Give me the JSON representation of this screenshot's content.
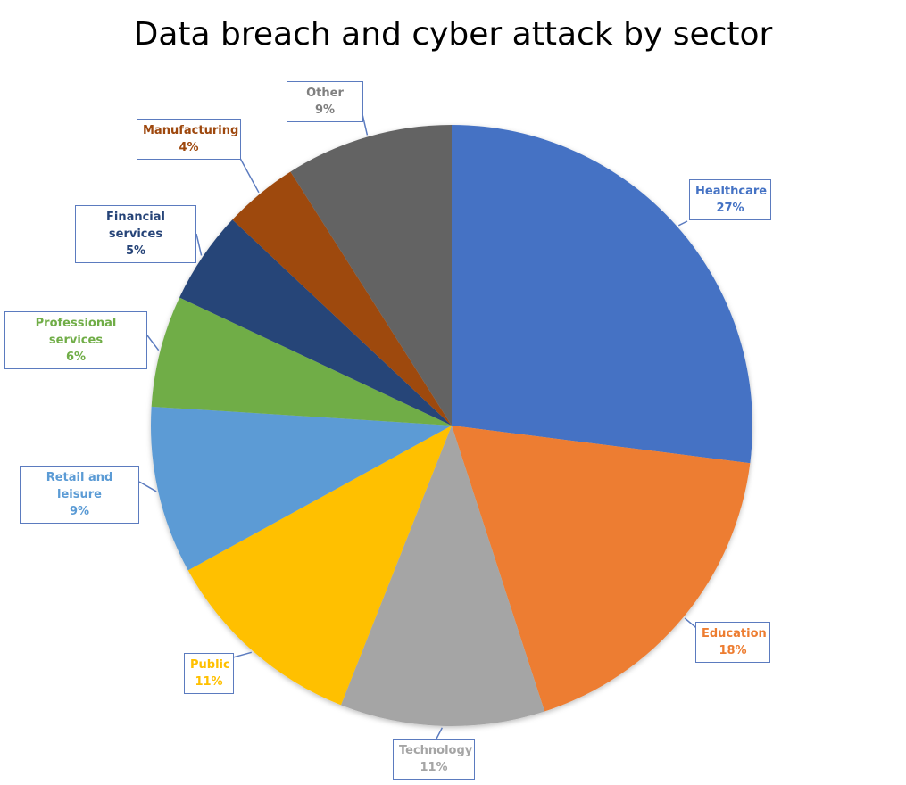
{
  "chart_data": {
    "type": "pie",
    "title": "Data breach and cyber attack by sector",
    "categories": [
      "Healthcare",
      "Education",
      "Technology",
      "Public",
      "Retail and leisure",
      "Professional services",
      "Financial services",
      "Manufacturing",
      "Other"
    ],
    "values": [
      27,
      18,
      11,
      11,
      9,
      6,
      5,
      4,
      9
    ],
    "unit": "%",
    "colors": [
      "#4472c4",
      "#ed7d31",
      "#a5a5a5",
      "#ffc000",
      "#5b9bd5",
      "#70ad47",
      "#264478",
      "#9e480e",
      "#636363"
    ],
    "start_angle": "12 o'clock",
    "direction": "clockwise",
    "data_labels": "callouts with category name and percentage",
    "legend": "none"
  },
  "labels": [
    {
      "name": "Healthcare",
      "pct": "27%",
      "color": "#4472c4"
    },
    {
      "name": "Education",
      "pct": "18%",
      "color": "#ed7d31"
    },
    {
      "name": "Technology",
      "pct": "11%",
      "color": "#a5a5a5"
    },
    {
      "name": "Public",
      "pct": "11%",
      "color": "#ffc000"
    },
    {
      "name": "Retail and leisure",
      "pct": "9%",
      "color": "#5b9bd5"
    },
    {
      "name": "Professional services",
      "pct": "6%",
      "color": "#70ad47"
    },
    {
      "name": "Financial services",
      "pct": "5%",
      "color": "#264478"
    },
    {
      "name": "Manufacturing",
      "pct": "4%",
      "color": "#9e480e"
    },
    {
      "name": "Other",
      "pct": "9%",
      "color": "#636363"
    }
  ]
}
